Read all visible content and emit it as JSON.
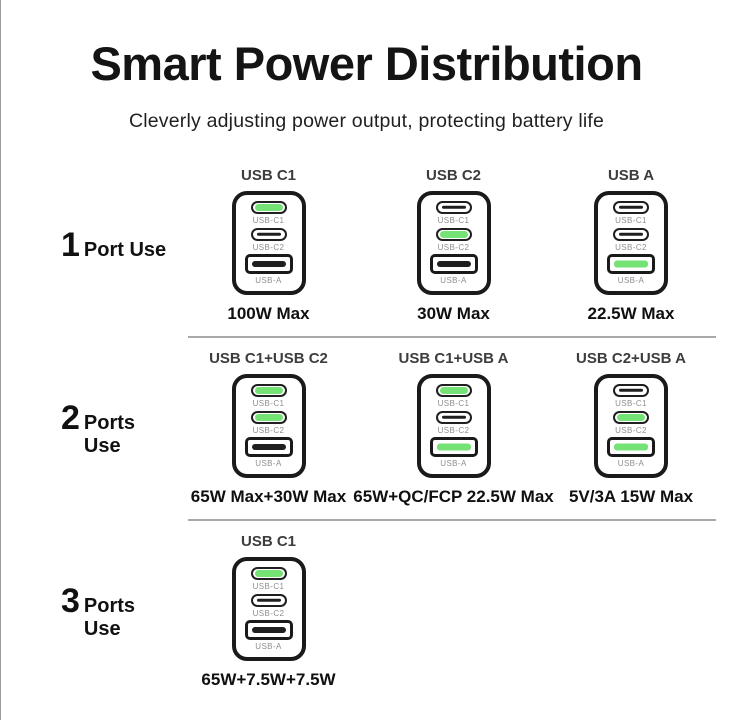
{
  "header": {
    "title": "Smart Power Distribution",
    "subtitle": "Cleverly adjusting power output, protecting battery life"
  },
  "colors": {
    "active_port_green": "#74E274",
    "port_outline_black": "#1A1A1A",
    "divider_gray": "#A9A9A9"
  },
  "port_labels": {
    "c1": "USB-C1",
    "c2": "USB-C2",
    "a": "USB-A"
  },
  "rows": [
    {
      "number": "1",
      "label": "Port Use",
      "chargers": [
        {
          "header": "USB C1",
          "caption": "100W Max",
          "ports": {
            "c1": "on",
            "c2": "off",
            "a": "off"
          }
        },
        {
          "header": "USB C2",
          "caption": "30W Max",
          "ports": {
            "c1": "off",
            "c2": "on",
            "a": "off"
          }
        },
        {
          "header": "USB A",
          "caption": "22.5W Max",
          "ports": {
            "c1": "off",
            "c2": "off",
            "a": "on"
          }
        }
      ]
    },
    {
      "number": "2",
      "label": "Ports Use",
      "chargers": [
        {
          "header": "USB C1+USB C2",
          "caption": "65W Max+30W Max",
          "ports": {
            "c1": "on",
            "c2": "on",
            "a": "off"
          }
        },
        {
          "header": "USB C1+USB A",
          "caption": "65W+QC/FCP 22.5W Max",
          "ports": {
            "c1": "on",
            "c2": "off",
            "a": "on"
          }
        },
        {
          "header": "USB C2+USB A",
          "caption": "5V/3A 15W Max",
          "ports": {
            "c1": "off",
            "c2": "on",
            "a": "on"
          }
        }
      ]
    },
    {
      "number": "3",
      "label": "Ports Use",
      "chargers": [
        {
          "header": "USB C1",
          "caption": "65W+7.5W+7.5W",
          "ports": {
            "c1": "on",
            "c2": "off",
            "a": "off"
          }
        }
      ]
    }
  ]
}
